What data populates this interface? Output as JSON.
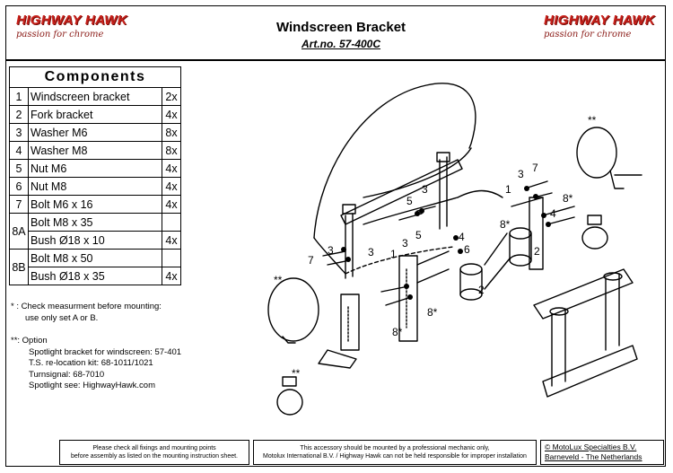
{
  "brand": {
    "name": "HIGHWAY HAWK",
    "tagline": "passion for chrome"
  },
  "header": {
    "title": "Windscreen Bracket",
    "art_no": "Art.no. 57-400C"
  },
  "components": {
    "heading": "Components",
    "rows": [
      {
        "num": "1",
        "name": "Windscreen bracket",
        "qty": "2x"
      },
      {
        "num": "2",
        "name": "Fork bracket",
        "qty": "4x"
      },
      {
        "num": "3",
        "name": "Washer M6",
        "qty": "8x"
      },
      {
        "num": "4",
        "name": "Washer M8",
        "qty": "8x"
      },
      {
        "num": "5",
        "name": "Nut M6",
        "qty": "4x"
      },
      {
        "num": "6",
        "name": "Nut M8",
        "qty": "4x"
      },
      {
        "num": "7",
        "name": "Bolt M6 x 16",
        "qty": "4x"
      },
      {
        "num": "8A",
        "name": "Bolt M8 x 35",
        "qty": ""
      },
      {
        "num": "",
        "name": "Bush Ø18 x 10",
        "qty": "4x"
      },
      {
        "num": "8B",
        "name": "Bolt M8 x 50",
        "qty": ""
      },
      {
        "num": "",
        "name": "Bush Ø18 x 35",
        "qty": "4x"
      }
    ]
  },
  "notes": {
    "check_1": "* : Check measurment before mounting:",
    "check_2": "use only set A or B.",
    "option_title": "**: Option",
    "option_1": "Spotlight bracket for windscreen: 57-401",
    "option_2": "T.S. re-location kit: 68-1011/1021",
    "option_3": "Turnsignal: 68-7010",
    "option_4": "Spotlight see: HighwayHawk.com"
  },
  "diagram_labels": {
    "l1a": "1",
    "l1b": "1",
    "l2a": "2",
    "l2b": "2",
    "l3a": "3",
    "l3b": "3",
    "l3c": "3",
    "l3d": "3",
    "l3e": "3",
    "l4a": "4",
    "l4b": "4",
    "l5a": "5",
    "l5b": "5",
    "l6": "6",
    "l7a": "7",
    "l7b": "7",
    "l8a": "8*",
    "l8b": "8*",
    "l8c": "8*",
    "l8d": "8*",
    "star_a": "**",
    "star_b": "**",
    "star_c": "**"
  },
  "footer": {
    "left_1": "Please check all fixings and mounting points",
    "left_2": "before assembly as listed on the mounting instruction sheet.",
    "mid_1": "This accessory should be mounted by a professional mechanic only,",
    "mid_2": "Motolux International B.V. / Highway Hawk can not be held responsible for improper installation",
    "right_1": "© MotoLux Specialties B.V.",
    "right_2": "Barneveld - The Netherlands"
  }
}
